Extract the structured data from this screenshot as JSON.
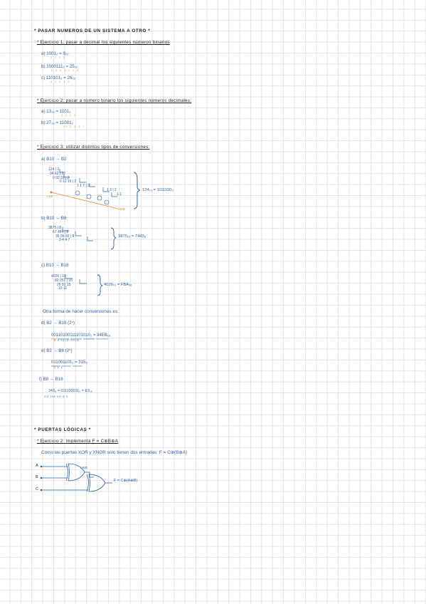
{
  "section1": {
    "title": "* PASAR NUMEROS DE UN SISTEMA A OTRO *",
    "ex1_title": "* Ejercicio 1: pasar a decimal los siguientes números binarios",
    "items": [
      {
        "text": "a) 1001₂ = 9₁₀",
        "marks": "3 2 1 0"
      },
      {
        "text": "b) 1000111₂ = 25₁₀",
        "marks": "6 5 4 3 2 1 0"
      },
      {
        "text": "c) 110101₂ = 26₁₀",
        "marks": "4 3 2 1 0"
      }
    ],
    "ex2_title": "* Ejercicio 2: pasar a número binario los siguientes números decimales:",
    "ex2_items": [
      {
        "text": "a) 13₁₀ = 1101₂",
        "marks": "3 2 1 0"
      },
      {
        "text": "b) 27₁₀ = 11001₂",
        "marks": "16 8 4 2 1"
      }
    ],
    "ex3_title": "* Ejercicio 3: utilizar distintos tipos de conversiones:",
    "a_label": "a) B10 → B2",
    "a_result": "124₁₀ = 1111100₂",
    "a_lsb": "LSB",
    "a_msb": "MSB",
    "a_calc": {
      "r1": "124 | 2",
      "r2": "04  62 | 2",
      "r3": "0  02  31 | 2",
      "r4": "0  11  15 | 2",
      "r5": "1  1  7 | 2",
      "r6": "1  3 | 2",
      "r7": "1  1"
    },
    "b_label": "b) B10 → B8",
    "b_result": "3875₁₀ = 7443₈",
    "b_calc": {
      "r1": "3875 | 8",
      "r2": "67  484 | 8",
      "r3": "35  04  60 | 8",
      "r4": "3  4  4  7"
    },
    "c_label": "c) B10 → B16",
    "c_result": "4026₁₀ = FBA₁₆",
    "c_calc": {
      "r1": "4026 | 16",
      "r2": "82  251 | 16",
      "r3": "26  91  15",
      "r4": "10  11"
    },
    "other_title": "Otra forma de hacer conversiones es:",
    "d_label": "d) B2 → B16 (2ⁿ)",
    "d_text": "00110100111101010₂ = 84EB₁₆",
    "d_marks": "8   4   14=E   10=A",
    "e_label": "e) B2 → B8 (2ⁿ)",
    "e_text": "011001101₂ = 315₈",
    "e_marks": "3   1   5",
    "f_label": "f) B8 → B16",
    "f_text": "343₈ = 011100011₂ = E3₁₆",
    "f_marks": "011  100  011  E  3"
  },
  "section2": {
    "title": "* PUERTAS LÓGICAS *",
    "ex_title": "* Ejercicio 2: implementa F = C⊕B⊕A",
    "note": "Como las puertas XOR y XNOR solo tienen dos entradas: F = C⊕(B⊕A)",
    "inputs": [
      "A",
      "B",
      "C"
    ],
    "mid_label": "A⊕B",
    "out_label": "F = C⊕(A⊕B)"
  },
  "colors": {
    "blue": "#2a62a8",
    "orange": "#e88a2c",
    "ink": "#1b1b1b",
    "grid": "#e3e3e3"
  }
}
